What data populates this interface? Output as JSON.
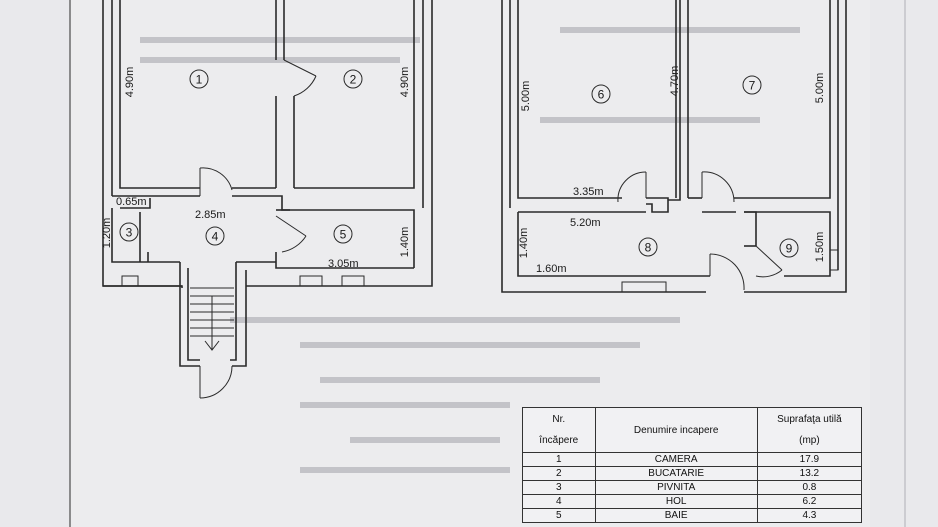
{
  "rooms": [
    {
      "id": "r1",
      "number": "1"
    },
    {
      "id": "r2",
      "number": "2"
    },
    {
      "id": "r3",
      "number": "3"
    },
    {
      "id": "r4",
      "number": "4"
    },
    {
      "id": "r5",
      "number": "5"
    },
    {
      "id": "r6",
      "number": "6"
    },
    {
      "id": "r7",
      "number": "7"
    },
    {
      "id": "r8",
      "number": "8"
    },
    {
      "id": "r9",
      "number": "9"
    }
  ],
  "dimensions": {
    "room1_height": "4.90m",
    "room2_height": "4.90m",
    "hall_offset": "0.65m",
    "hall_width": "2.85m",
    "cellar_height": "1.20m",
    "bath_width": "3.05m",
    "bath_height": "1.40m",
    "room6_height": "5.00m",
    "room6_side": "4.70m",
    "room7_height": "5.00m",
    "room6_width": "3.35m",
    "hall8_width": "5.20m",
    "hall8_height": "1.40m",
    "hall8_offset": "1.60m",
    "room9_height": "1.50m"
  },
  "legend": {
    "headers": {
      "nr_line1": "Nr.",
      "nr_line2": "încăpere",
      "name": "Denumire incapere",
      "area_line1": "Suprafaţa utilă",
      "area_line2": "(mp)"
    },
    "rows": [
      {
        "nr": "1",
        "name": "CAMERA",
        "area": "17.9"
      },
      {
        "nr": "2",
        "name": "BUCATARIE",
        "area": "13.2"
      },
      {
        "nr": "3",
        "name": "PIVNITA",
        "area": "0.8"
      },
      {
        "nr": "4",
        "name": "HOL",
        "area": "6.2"
      },
      {
        "nr": "5",
        "name": "BAIE",
        "area": "4.3"
      }
    ]
  }
}
